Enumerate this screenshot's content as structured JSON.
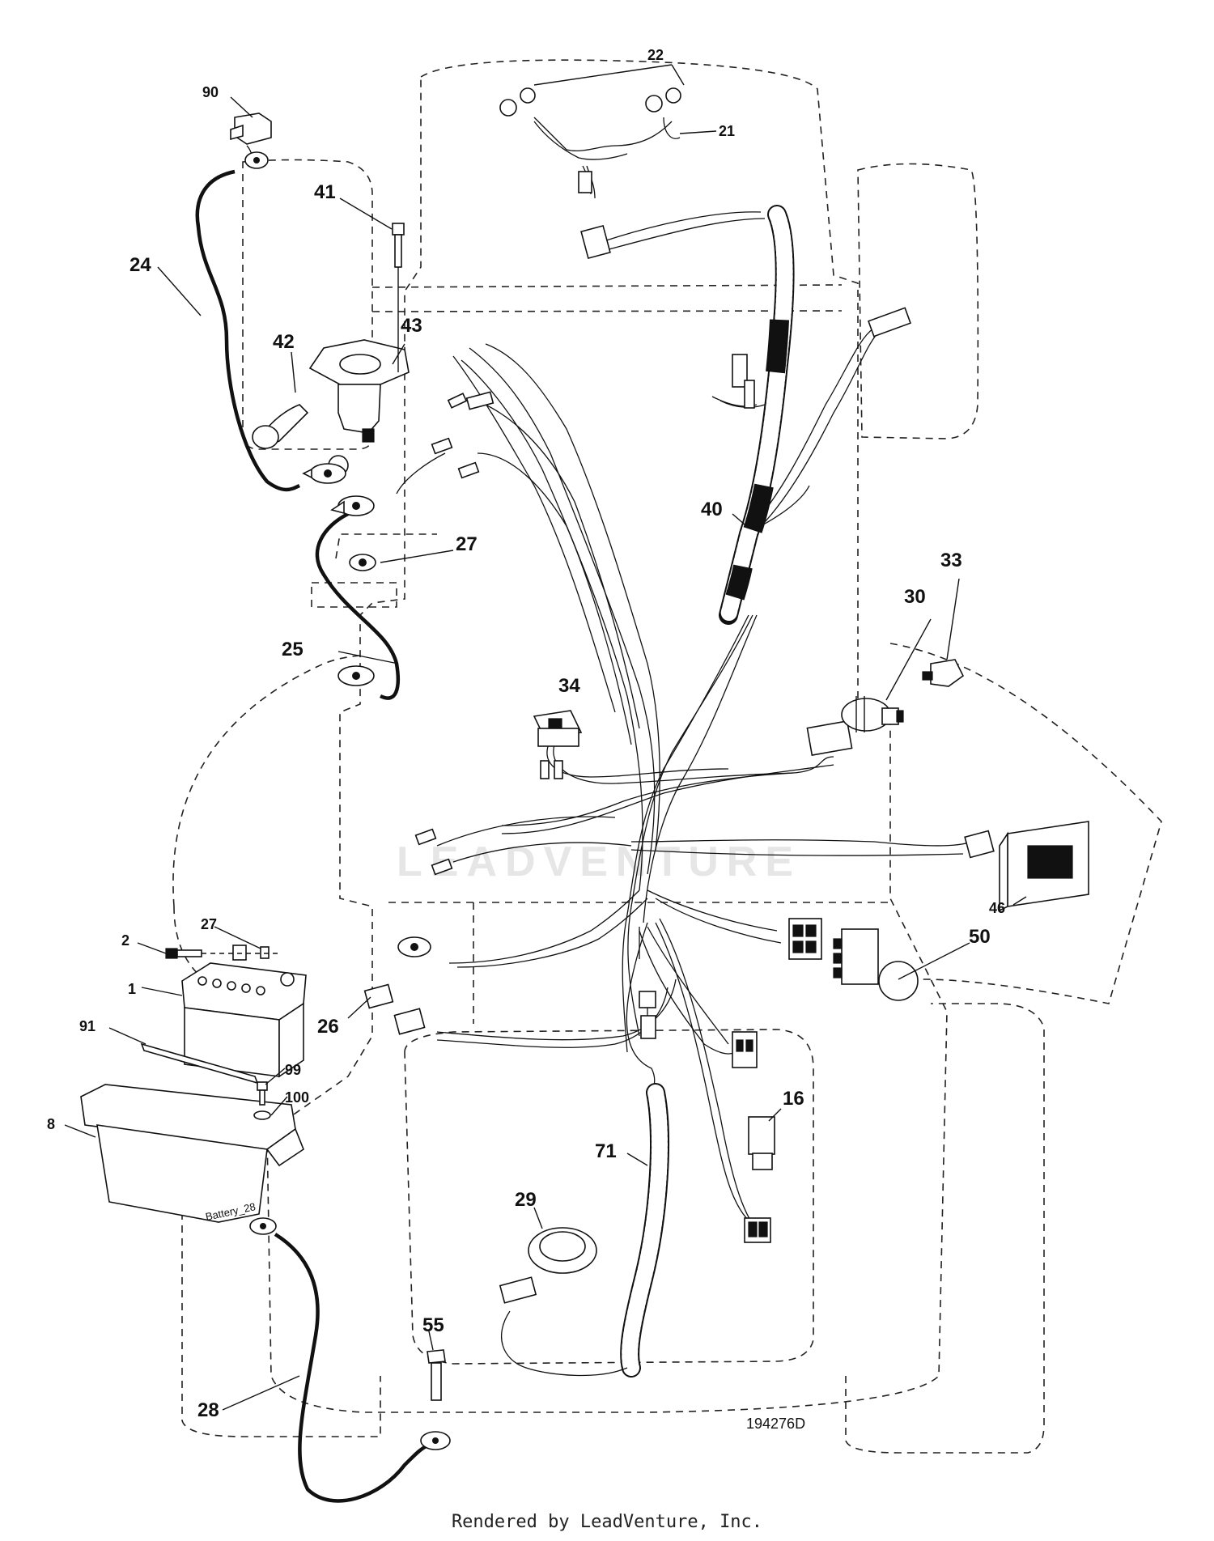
{
  "diagram": {
    "drawing_number": "194276D",
    "watermark": "LEADVENTURE",
    "battery_text": "Battery_28",
    "callouts": [
      {
        "id": "c90",
        "text": "90"
      },
      {
        "id": "c22",
        "text": "22"
      },
      {
        "id": "c21",
        "text": "21"
      },
      {
        "id": "c24",
        "text": "24"
      },
      {
        "id": "c41",
        "text": "41"
      },
      {
        "id": "c42",
        "text": "42"
      },
      {
        "id": "c43",
        "text": "43"
      },
      {
        "id": "c40",
        "text": "40"
      },
      {
        "id": "c27a",
        "text": "27"
      },
      {
        "id": "c25",
        "text": "25"
      },
      {
        "id": "c34",
        "text": "34"
      },
      {
        "id": "c33",
        "text": "33"
      },
      {
        "id": "c30",
        "text": "30"
      },
      {
        "id": "c46",
        "text": "46"
      },
      {
        "id": "c50",
        "text": "50"
      },
      {
        "id": "c2",
        "text": "2"
      },
      {
        "id": "c27b",
        "text": "27"
      },
      {
        "id": "c1",
        "text": "1"
      },
      {
        "id": "c91",
        "text": "91"
      },
      {
        "id": "c26",
        "text": "26"
      },
      {
        "id": "c99",
        "text": "99"
      },
      {
        "id": "c100",
        "text": "100"
      },
      {
        "id": "c8",
        "text": "8"
      },
      {
        "id": "c16",
        "text": "16"
      },
      {
        "id": "c71",
        "text": "71"
      },
      {
        "id": "c29",
        "text": "29"
      },
      {
        "id": "c55",
        "text": "55"
      },
      {
        "id": "c28",
        "text": "28"
      }
    ]
  },
  "footer": {
    "text": "Rendered by LeadVenture, Inc."
  }
}
